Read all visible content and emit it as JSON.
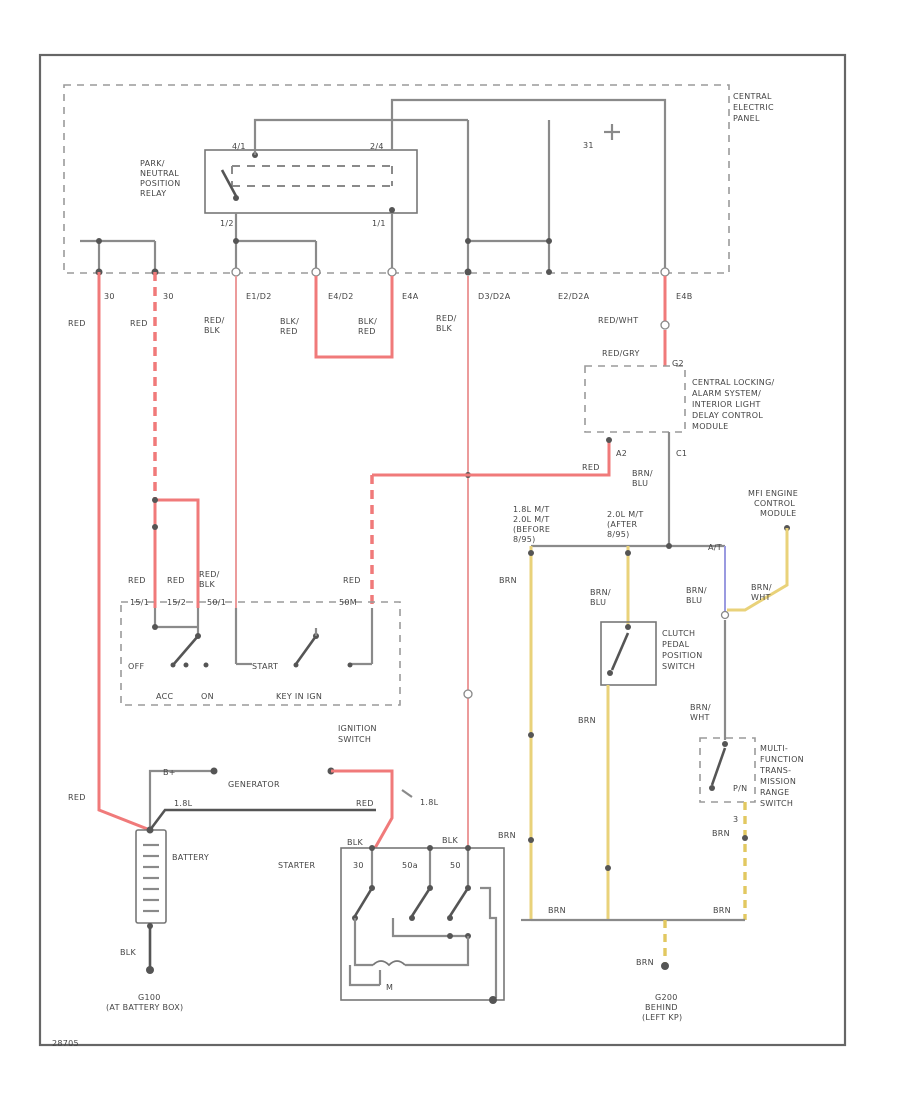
{
  "diagram": {
    "central_panel": "CENTRAL ELECTRIC PANEL",
    "relay": "PARK/ NEUTRAL POSITION RELAY",
    "relay_pins": [
      "4/1",
      "2/4",
      "1/2",
      "1/1"
    ],
    "panel_pins": [
      "30",
      "30",
      "E1/D2",
      "E4/D2",
      "E4A",
      "D3/D2A",
      "E2/D2A",
      "E4B"
    ],
    "wire_colors": [
      "RED",
      "RED",
      "RED BLK",
      "BLK/ RED",
      "BLK/ RED",
      "RED BLK",
      "RED/WHT",
      "RED/GRY",
      "BRN BLU",
      "BRN",
      "BRN BLU",
      "BRN BLU",
      "BRN",
      "BRN WHT",
      "BRN WHT",
      "BRN",
      "BRN",
      "BRN",
      "BRN",
      "BRN",
      "RED",
      "BLK",
      "RED",
      "BLK",
      "BLK"
    ],
    "locking_module": "CENTRAL LOCKING/ ALARM SYSTEM/ INTERIOR LIGHT DELAY CONTROL MODULE",
    "module_pins": [
      "G2",
      "A2",
      "C1"
    ],
    "ecm": "MFI ENGINE CONTROL MODULE",
    "variants": [
      "1.8L M/T 2.0L M/T (BEFORE 8/95)",
      "2.0L M/T (AFTER 8/95)",
      "A/T"
    ],
    "ign_pins": [
      "RED",
      "RED",
      "RED/ BLK",
      "RED",
      "15/1",
      "15/2",
      "50/1",
      "50M"
    ],
    "ign_positions": [
      "OFF",
      "ACC",
      "ON",
      "START",
      "KEY IN IGN"
    ],
    "ignition_switch": "IGNITION SWITCH",
    "clutch": "CLUTCH PEDAL POSITION SWITCH",
    "mfts": "MULTI- FUNCTION TRANS- MISSION RANGE SWITCH",
    "mfts_pins": [
      "P/N",
      "3"
    ],
    "generator": "GENERATOR",
    "gen_term": "B+",
    "battery": "BATTERY",
    "starter": "STARTER",
    "starter_pins": [
      "30",
      "50a",
      "50",
      "M"
    ],
    "engine_size": "1.8L",
    "ground1": "G100 (AT BATTERY BOX)",
    "ground2": "G200 BEHIND (LEFT KP)",
    "fig_id": "28705"
  }
}
